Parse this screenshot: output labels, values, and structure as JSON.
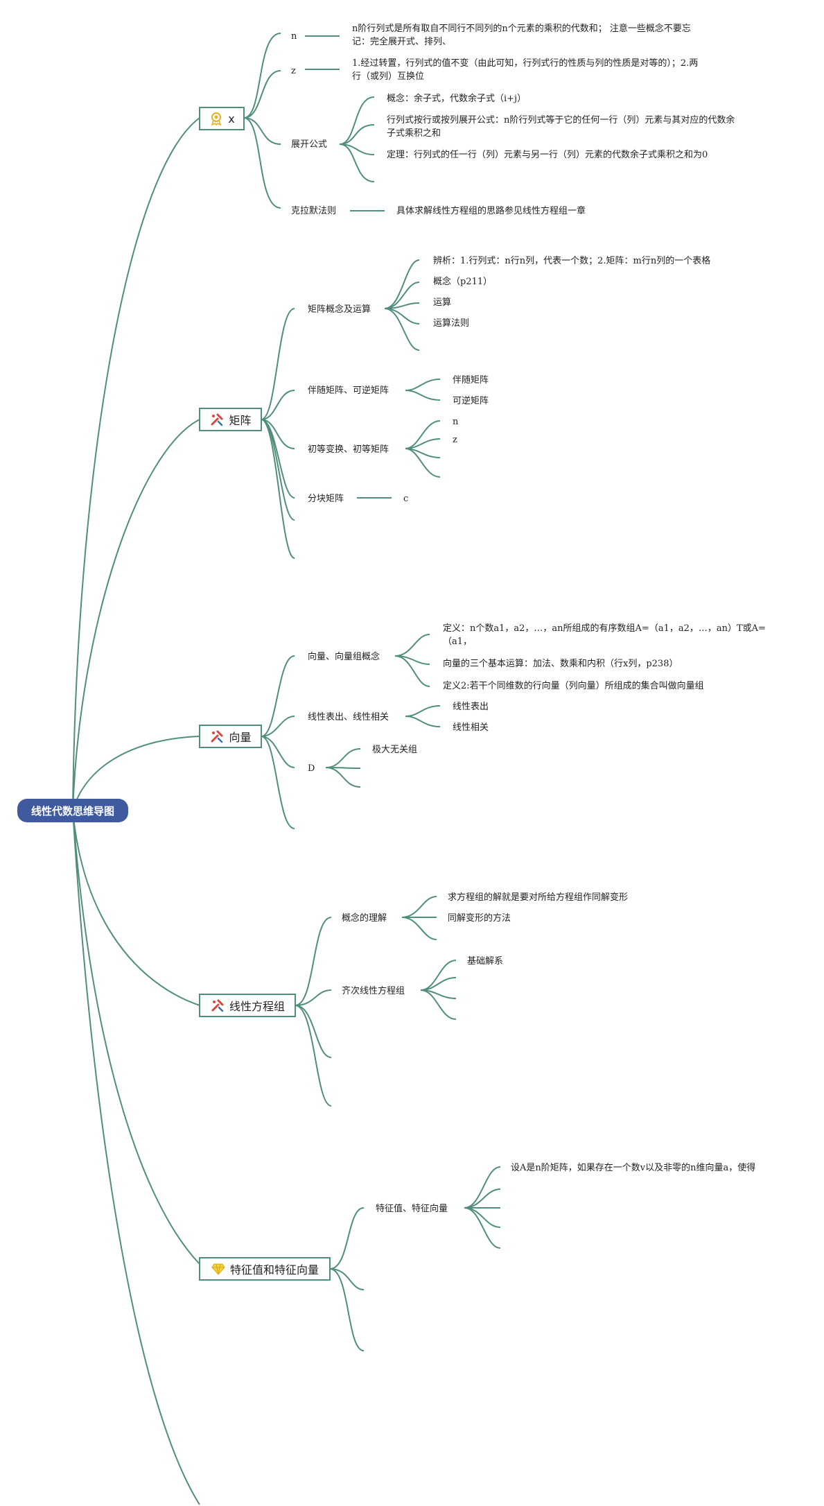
{
  "root": {
    "label": "线性代数思维导图"
  },
  "colors": {
    "line": "#4f8d7c",
    "root_bg": "#3f5a9e",
    "icon_red": "#d9453b",
    "icon_gold": "#e8b21e"
  },
  "branches": [
    {
      "label": "x",
      "icon": "award-icon",
      "children": [
        {
          "label": "n",
          "note": "n阶行列式是所有取自不同行不同列的n个元素的乘积的代数和； 注意一些概念不要忘记：完全展开式、排列、"
        },
        {
          "label": "z",
          "note": "1.经过转置，行列式的值不变（由此可知，行列式行的性质与列的性质是对等的）；2.两行（或列）互换位"
        },
        {
          "label": "展开公式",
          "items": [
            "概念：余子式，代数余子式（i+j）",
            "行列式按行或按列展开公式：n阶行列式等于它的任何一行（列）元素与其对应的代数余子式乘积之和",
            "定理：行列式的任一行（列）元素与另一行（列）元素的代数余子式乘积之和为0"
          ]
        },
        {
          "label": "克拉默法则",
          "note": "具体求解线性方程组的思路参见线性方程组一章"
        }
      ]
    },
    {
      "label": "矩阵",
      "icon": "tools-icon",
      "children": [
        {
          "label": "矩阵概念及运算",
          "items": [
            "辨析：1.行列式：n行n列，代表一个数；2.矩阵：m行n列的一个表格",
            "概念（p211）",
            "运算",
            "运算法则"
          ]
        },
        {
          "label": "伴随矩阵、可逆矩阵",
          "items": [
            "伴随矩阵",
            "可逆矩阵"
          ]
        },
        {
          "label": "初等变换、初等矩阵",
          "items": [
            "n",
            "z"
          ]
        },
        {
          "label": "分块矩阵",
          "note": "c"
        }
      ]
    },
    {
      "label": "向量",
      "icon": "tools-icon",
      "children": [
        {
          "label": "向量、向量组概念",
          "items": [
            "定义：n个数a1，a2，…，an所组成的有序数组A=（a1，a2，…，an）T或A=（a1，",
            "向量的三个基本运算：加法、数乘和内积（行x列，p238）",
            "定义2:若干个同维数的行向量（列向量）所组成的集合叫做向量组"
          ]
        },
        {
          "label": "线性表出、线性相关",
          "items": [
            "线性表出",
            "线性相关"
          ]
        },
        {
          "label": "D",
          "items": [
            "极大无关组"
          ]
        }
      ]
    },
    {
      "label": "线性方程组",
      "icon": "tools-icon",
      "children": [
        {
          "label": "概念的理解",
          "items": [
            "求方程组的解就是要对所给方程组作同解变形",
            "同解变形的方法"
          ]
        },
        {
          "label": "齐次线性方程组",
          "items": [
            "基础解系"
          ]
        }
      ]
    },
    {
      "label": "特征值和特征向量",
      "icon": "gem-icon",
      "children": [
        {
          "label": "特征值、特征向量",
          "items": [
            "设A是n阶矩阵，如果存在一个数v以及非零的n维向量a，使得"
          ]
        }
      ]
    }
  ]
}
